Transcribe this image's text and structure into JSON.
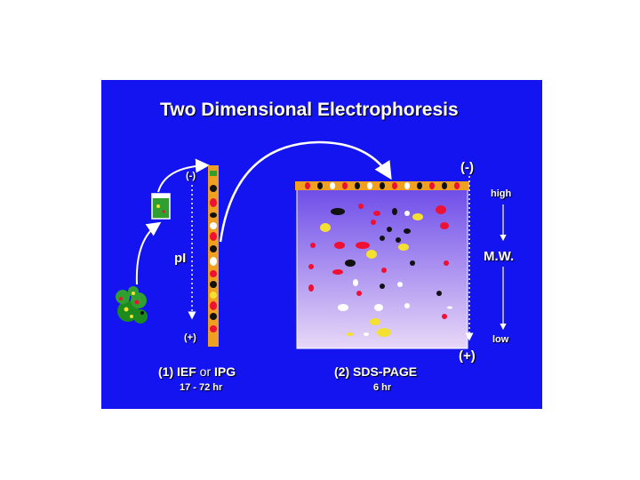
{
  "title": "Two Dimensional Electrophoresis",
  "ief": {
    "minus": "(-)",
    "plus": "(+)",
    "axis": "pI",
    "step_title_a": "(1) IEF",
    "step_title_or": "or",
    "step_title_b": "IPG",
    "time": "17 - 72 hr"
  },
  "sds": {
    "minus": "(-)",
    "plus": "(+)",
    "high": "high",
    "low": "low",
    "axis": "M.W.",
    "step_title": "(2) SDS-PAGE",
    "time": "6 hr"
  },
  "colors": {
    "background": "#1414f0",
    "strip": "#f0a020",
    "spot_red": "#ee1133",
    "spot_yellow": "#f4e030",
    "spot_black": "#111111",
    "spot_white": "#ffffff",
    "gel_top": "#6a48e8",
    "gel_bottom": "#e8d8f8",
    "vial": "#2fa02f"
  }
}
